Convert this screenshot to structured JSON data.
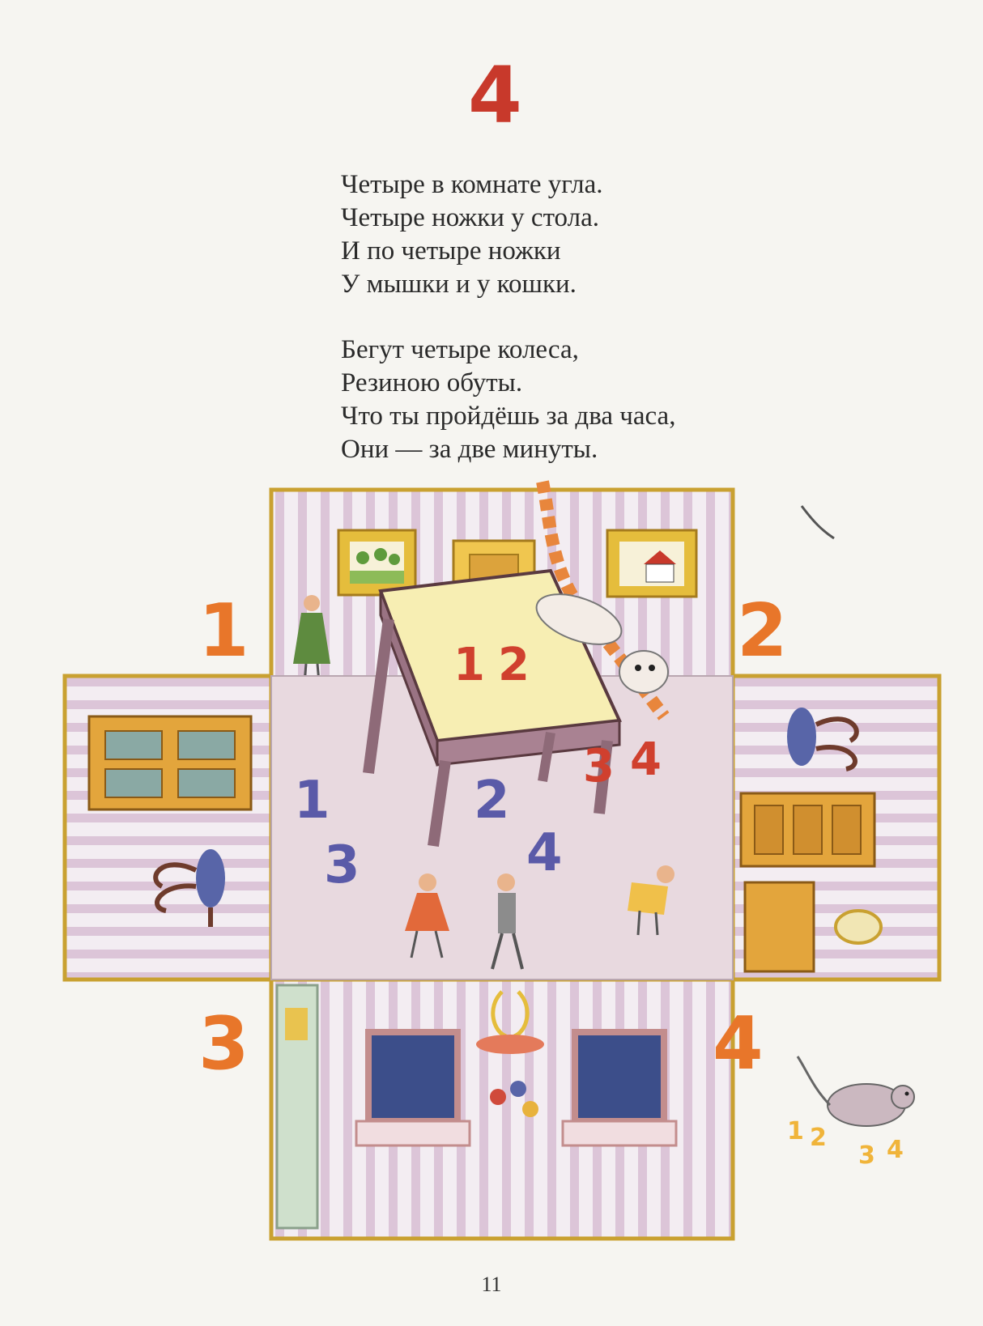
{
  "heading": {
    "number": "4"
  },
  "poem": {
    "stanzas": [
      [
        "Четыре в комнате угла.",
        "Четыре ножки у стола.",
        "И по четыре ножки",
        "У мышки и у кошки."
      ],
      [
        "Бегут четыре колеса,",
        "Резиною обуты.",
        "Что ты пройдёшь за два часа,",
        "Они — за две минуты."
      ]
    ]
  },
  "corner_numbers": [
    "1",
    "2",
    "3",
    "4"
  ],
  "table_leg_numbers": [
    "1",
    "2",
    "3",
    "4"
  ],
  "cat_leg_numbers": [
    "1",
    "2",
    "3",
    "4"
  ],
  "mouse_leg_numbers": [
    "1",
    "2",
    "3",
    "4"
  ],
  "page_number": "11",
  "colors": {
    "heading": "#c8392b",
    "corner_numbers": "#e8762a",
    "table_numbers": "#5a5aa8",
    "cat_numbers": "#d0402e",
    "mouse_numbers": "#f0b43a"
  }
}
